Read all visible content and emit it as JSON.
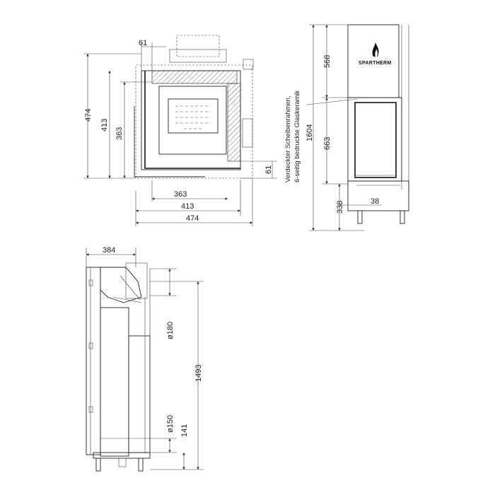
{
  "top_view": {
    "dim_top_61": "61",
    "dim_height_474": "474",
    "dim_height_413": "413",
    "dim_height_363": "363",
    "dim_right_61": "61",
    "dim_width_363": "363",
    "dim_width_413": "413",
    "dim_width_474": "474"
  },
  "front_view": {
    "dim_568": "568",
    "dim_1604": "1604",
    "dim_663": "663",
    "dim_338": "338",
    "dim_38": "38",
    "brand_logo": "SPARTHERM",
    "note_line1": "Verdeckter Scheibenrahmen,",
    "note_line2": "6-seitig bedruckte Glaskeramik"
  },
  "side_view": {
    "dim_384": "384",
    "dim_d180": "ø180",
    "dim_1493": "1493",
    "dim_d150": "ø150",
    "dim_141": "141"
  }
}
